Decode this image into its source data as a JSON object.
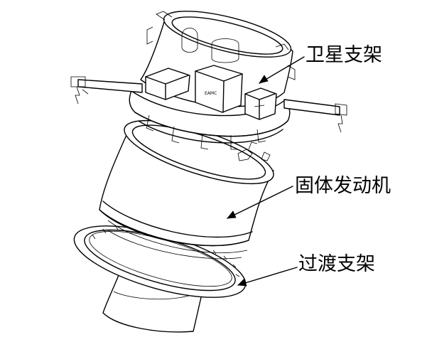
{
  "diagram": {
    "labels": {
      "satellite_bracket": "卫星支架",
      "solid_motor": "固体发动机",
      "transition_bracket": "过渡支架"
    },
    "box_marking": "EAMC"
  },
  "colors": {
    "line": "#000000",
    "background": "#ffffff"
  }
}
